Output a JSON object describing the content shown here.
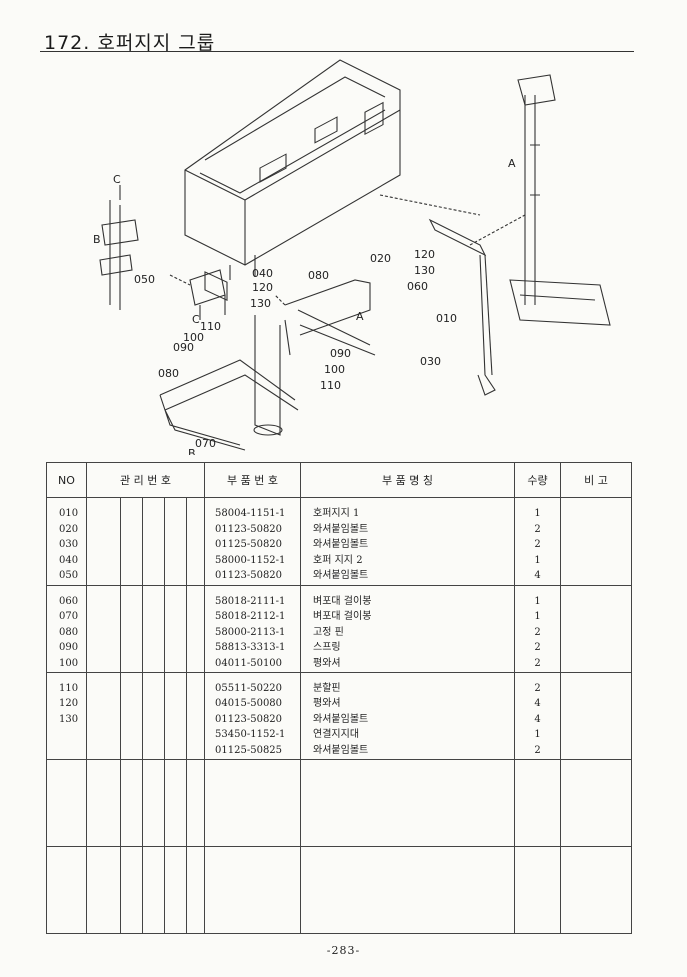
{
  "page": {
    "title": "172. 호퍼지지 그룹",
    "page_number": "-283-"
  },
  "diagram": {
    "labels": [
      "C",
      "B",
      "050",
      "040",
      "120",
      "130",
      "C",
      "110",
      "100",
      "090",
      "080",
      "070",
      "B",
      "080",
      "060",
      "A",
      "090",
      "100",
      "110",
      "020",
      "120",
      "130",
      "010",
      "030",
      "A"
    ]
  },
  "table": {
    "headers": {
      "no": "NO",
      "mgmt": "관 리 번 호",
      "part_no": "부 품 번 호",
      "name": "부   품   명   칭",
      "qty": "수량",
      "note": "비 고"
    },
    "groups": [
      {
        "rows": [
          {
            "no": "010",
            "part_no": "58004-1151-1",
            "name": "호퍼지지 1",
            "qty": "1"
          },
          {
            "no": "020",
            "part_no": "01123-50820",
            "name": "와셔붙임볼트",
            "qty": "2"
          },
          {
            "no": "030",
            "part_no": "01125-50820",
            "name": "와셔붙임볼트",
            "qty": "2"
          },
          {
            "no": "040",
            "part_no": "58000-1152-1",
            "name": "호퍼 지지 2",
            "qty": "1"
          },
          {
            "no": "050",
            "part_no": "01123-50820",
            "name": "와셔붙임볼트",
            "qty": "4"
          }
        ]
      },
      {
        "rows": [
          {
            "no": "060",
            "part_no": "58018-2111-1",
            "name": "벼포대 걸이봉",
            "qty": "1"
          },
          {
            "no": "070",
            "part_no": "58018-2112-1",
            "name": "벼포대 걸이봉",
            "qty": "1"
          },
          {
            "no": "080",
            "part_no": "58000-2113-1",
            "name": "고정 핀",
            "qty": "2"
          },
          {
            "no": "090",
            "part_no": "58813-3313-1",
            "name": "스프링",
            "qty": "2"
          },
          {
            "no": "100",
            "part_no": "04011-50100",
            "name": "평와셔",
            "qty": "2"
          }
        ]
      },
      {
        "rows": [
          {
            "no": "110",
            "part_no": "05511-50220",
            "name": "분할핀",
            "qty": "2"
          },
          {
            "no": "120",
            "part_no": "04015-50080",
            "name": "평와셔",
            "qty": "4"
          },
          {
            "no": "130",
            "part_no": "01123-50820",
            "name": "와셔붙임볼트",
            "qty": "4"
          },
          {
            "no": "",
            "part_no": "53450-1152-1",
            "name": "연결지지대",
            "qty": "1"
          },
          {
            "no": "",
            "part_no": "01125-50825",
            "name": "와셔붙임볼트",
            "qty": "2"
          }
        ]
      },
      {
        "rows": []
      },
      {
        "rows": []
      }
    ]
  }
}
